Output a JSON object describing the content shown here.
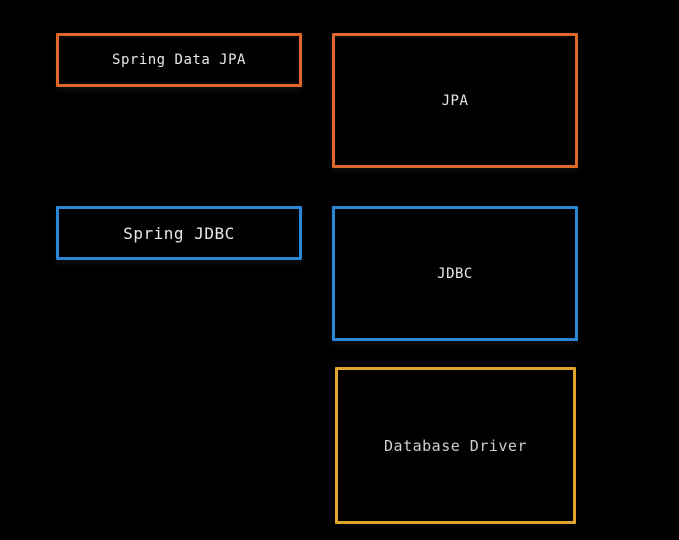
{
  "diagram": {
    "boxes": {
      "spring_data_jpa": {
        "label": "Spring Data JPA",
        "color": "#e0672a",
        "text_color": "#e8e8e8"
      },
      "jpa": {
        "label": "JPA",
        "color": "#e0672a",
        "text_color": "#e8e8e8"
      },
      "spring_jdbc": {
        "label": "Spring JDBC",
        "color": "#2a86d6",
        "text_color": "#e8e8e8"
      },
      "jdbc": {
        "label": "JDBC",
        "color": "#2a86d6",
        "text_color": "#e8e8e8"
      },
      "database_driver": {
        "label": "Database Driver",
        "color": "#e0a42a",
        "text_color": "#cfcfcf"
      }
    }
  }
}
